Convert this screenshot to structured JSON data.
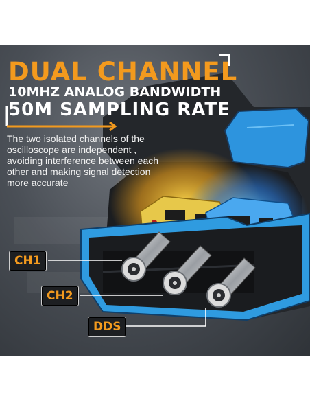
{
  "headline": {
    "line1": "DUAL CHANNEL",
    "line2": "10MHZ ANALOG BANDWIDTH",
    "line3": "50M SAMPLING RATE"
  },
  "description": "The two isolated channels of the oscilloscope are independent , avoiding interference between each other and making signal detection more accurate",
  "ports": [
    {
      "label": "CH1"
    },
    {
      "label": "CH2"
    },
    {
      "label": "DDS"
    }
  ],
  "colors": {
    "accent": "#f39a1e",
    "device_blue": "#2f9be0",
    "device_body": "#23262a",
    "background": "#4a4f56"
  }
}
